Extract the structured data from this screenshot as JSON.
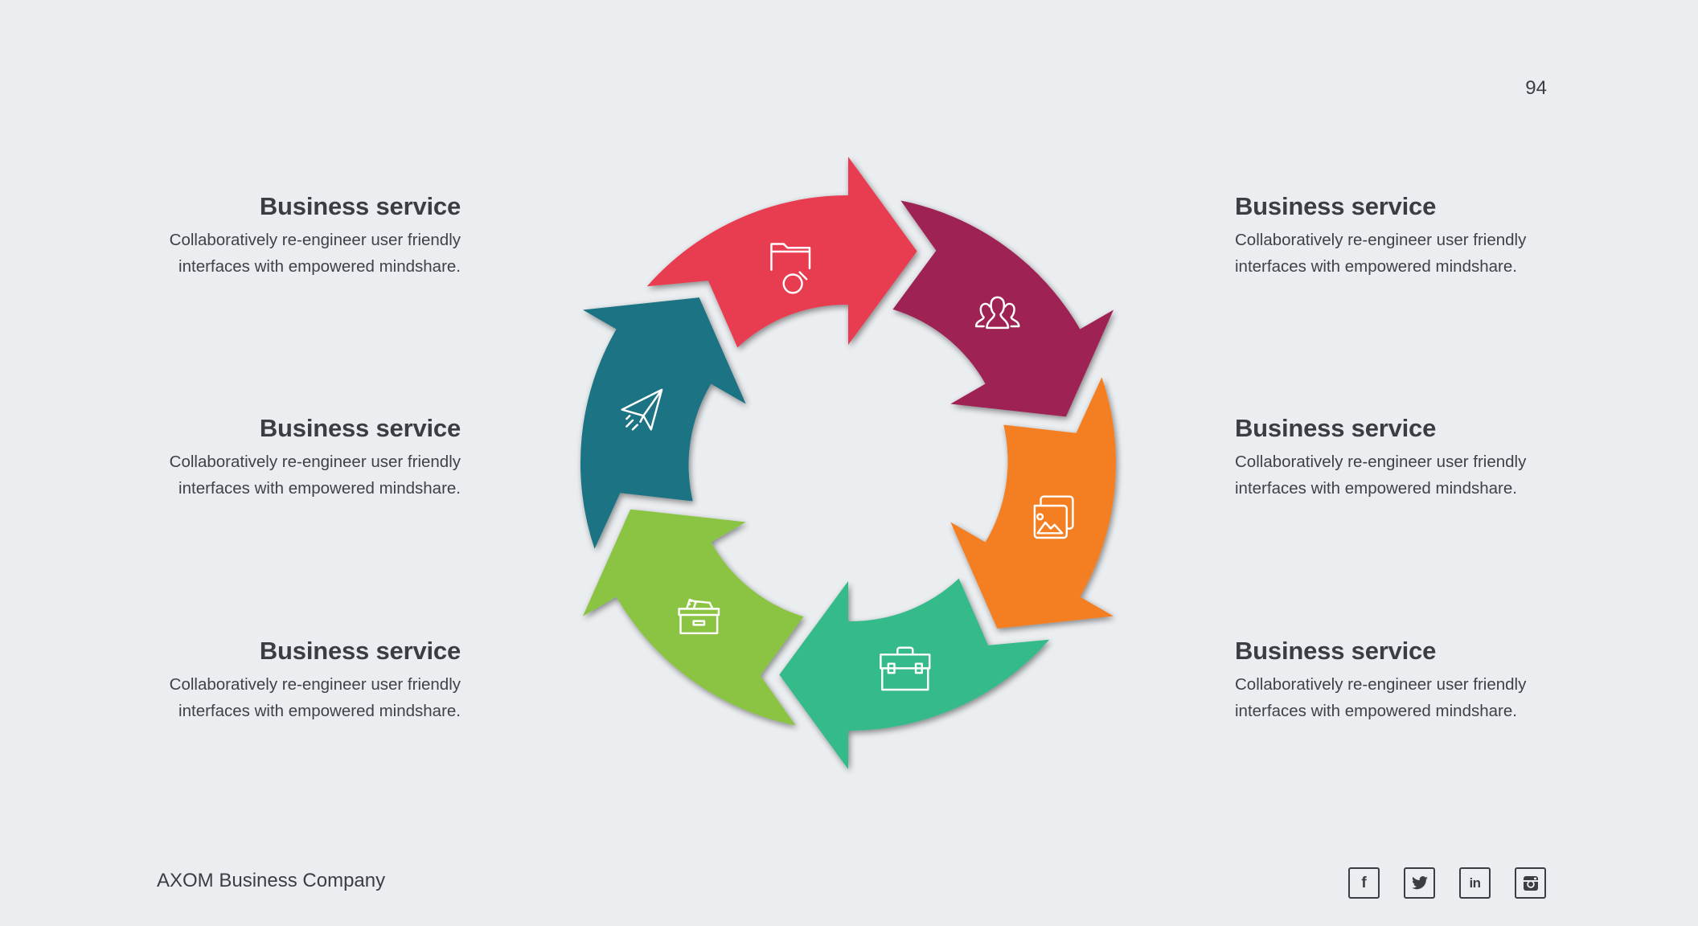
{
  "page_number": "94",
  "services_left": [
    {
      "title": "Business service",
      "line1": "Collaboratively re-engineer user friendly",
      "line2": "interfaces with empowered mindshare."
    },
    {
      "title": "Business service",
      "line1": "Collaboratively re-engineer user friendly",
      "line2": "interfaces with empowered mindshare."
    },
    {
      "title": "Business service",
      "line1": "Collaboratively re-engineer user friendly",
      "line2": "interfaces with empowered mindshare."
    }
  ],
  "services_right": [
    {
      "title": "Business service",
      "line1": "Collaboratively re-engineer user friendly",
      "line2": "interfaces with empowered mindshare."
    },
    {
      "title": "Business service",
      "line1": "Collaboratively re-engineer user friendly",
      "line2": "interfaces with empowered mindshare."
    },
    {
      "title": "Business service",
      "line1": "Collaboratively re-engineer user friendly",
      "line2": "interfaces with empowered mindshare."
    }
  ],
  "cycle": {
    "steps": [
      {
        "name": "step-1",
        "color": "#E83E51",
        "icon": "folder-search-icon"
      },
      {
        "name": "step-2",
        "color": "#9E2452",
        "icon": "users-icon"
      },
      {
        "name": "step-3",
        "color": "#F47F24",
        "icon": "images-icon"
      },
      {
        "name": "step-4",
        "color": "#34BA8A",
        "icon": "briefcase-icon"
      },
      {
        "name": "step-5",
        "color": "#8BC443",
        "icon": "archive-box-icon"
      },
      {
        "name": "step-6",
        "color": "#1A7383",
        "icon": "paper-plane-icon"
      }
    ]
  },
  "footer": {
    "company": "AXOM Business Company",
    "social": [
      {
        "name": "facebook",
        "icon": "facebook-icon",
        "glyph": "f"
      },
      {
        "name": "twitter",
        "icon": "twitter-icon",
        "glyph": ""
      },
      {
        "name": "linkedin",
        "icon": "linkedin-icon",
        "glyph": "in"
      },
      {
        "name": "instagram",
        "icon": "instagram-icon",
        "glyph": ""
      }
    ]
  }
}
